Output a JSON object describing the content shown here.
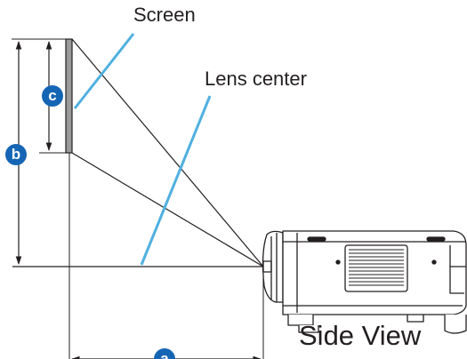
{
  "labels": {
    "screen": "Screen",
    "lens_center": "Lens center",
    "side_view": "Side View"
  },
  "dimensions": {
    "a": "a",
    "b": "b",
    "c": "c"
  },
  "colors": {
    "line": "#231f20",
    "callout": "#4fb0e0",
    "badge": "#1565b5",
    "screen_fill": "#9a9a9a"
  }
}
